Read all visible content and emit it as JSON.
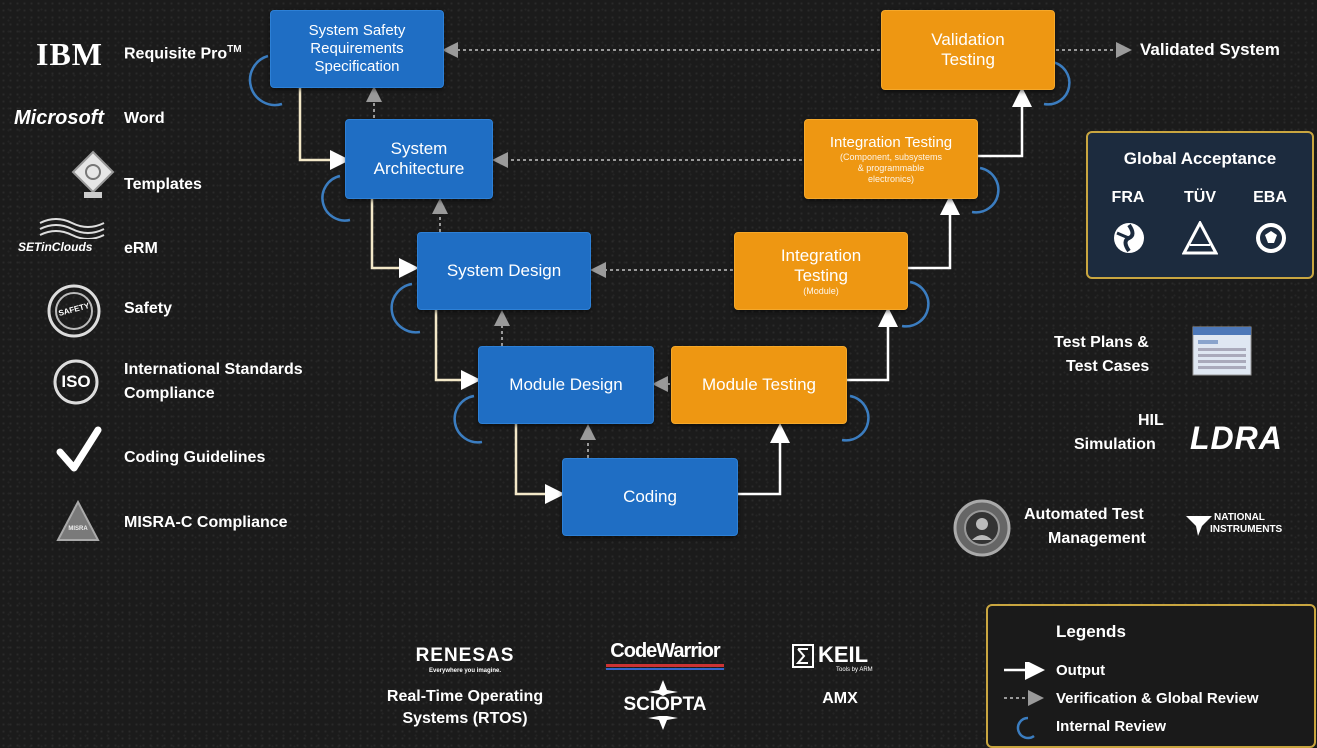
{
  "tools": [
    {
      "logo": "IBM",
      "label": "Requisite Pro",
      "sup": "TM"
    },
    {
      "logo": "Microsoft",
      "label": "Word"
    },
    {
      "label": "Templates"
    },
    {
      "logo": "SETinClouds",
      "label": "eRM"
    },
    {
      "logo_text": "SAFETY",
      "label": "Safety"
    },
    {
      "logo": "ISO",
      "label_line1": "International Standards",
      "label_line2": "Compliance"
    },
    {
      "label": "Coding Guidelines"
    },
    {
      "logo_text": "MISRA",
      "label": "MISRA-C Compliance"
    }
  ],
  "boxes": {
    "req": {
      "line1": "System Safety",
      "line2": "Requirements",
      "line3": "Specification"
    },
    "arch": {
      "line1": "System",
      "line2": "Architecture"
    },
    "sysdesign": {
      "line1": "System Design"
    },
    "moddesign": {
      "line1": "Module Design"
    },
    "coding": {
      "line1": "Coding"
    },
    "modtest": {
      "line1": "Module Testing"
    },
    "inttest_mod": {
      "line1": "Integration",
      "line2": "Testing",
      "sub": "(Module)"
    },
    "inttest_sys": {
      "line1": "Integration Testing",
      "sub1": "(Component, subsystems",
      "sub2": "& programmable",
      "sub3": "electronics)"
    },
    "valtest": {
      "line1": "Validation",
      "line2": "Testing"
    }
  },
  "validated_system": "Validated System",
  "global_acceptance": {
    "title": "Global Acceptance",
    "orgs": [
      "FRA",
      "TÜV",
      "EBA"
    ]
  },
  "right_tools": {
    "test_plans_line1": "Test Plans &",
    "test_plans_line2": "Test Cases",
    "hil_line1": "HIL",
    "hil_line2": "Simulation",
    "ldra": "LDRA",
    "atm_line1": "Automated Test",
    "atm_line2": "Management",
    "ni_line1": "NATIONAL",
    "ni_line2": "INSTRUMENTS"
  },
  "vendors": {
    "renesas": "RENESAS",
    "renesas_tag": "Everywhere you imagine.",
    "rtos_line1": "Real-Time Operating",
    "rtos_line2": "Systems (RTOS)",
    "codewarrior": "CodeWarrior",
    "sciopta": "SCIOPTA",
    "keil": "KEIL",
    "keil_tag": "Tools by ARM",
    "amx": "AMX"
  },
  "legends": {
    "title": "Legends",
    "items": [
      "Output",
      "Verification & Global Review",
      "Internal Review"
    ]
  },
  "colors": {
    "blue_box": "#1f6ec4",
    "orange_box": "#ee9712",
    "panel_border": "#c9a640",
    "panel_bg": "#1c2b3e"
  }
}
